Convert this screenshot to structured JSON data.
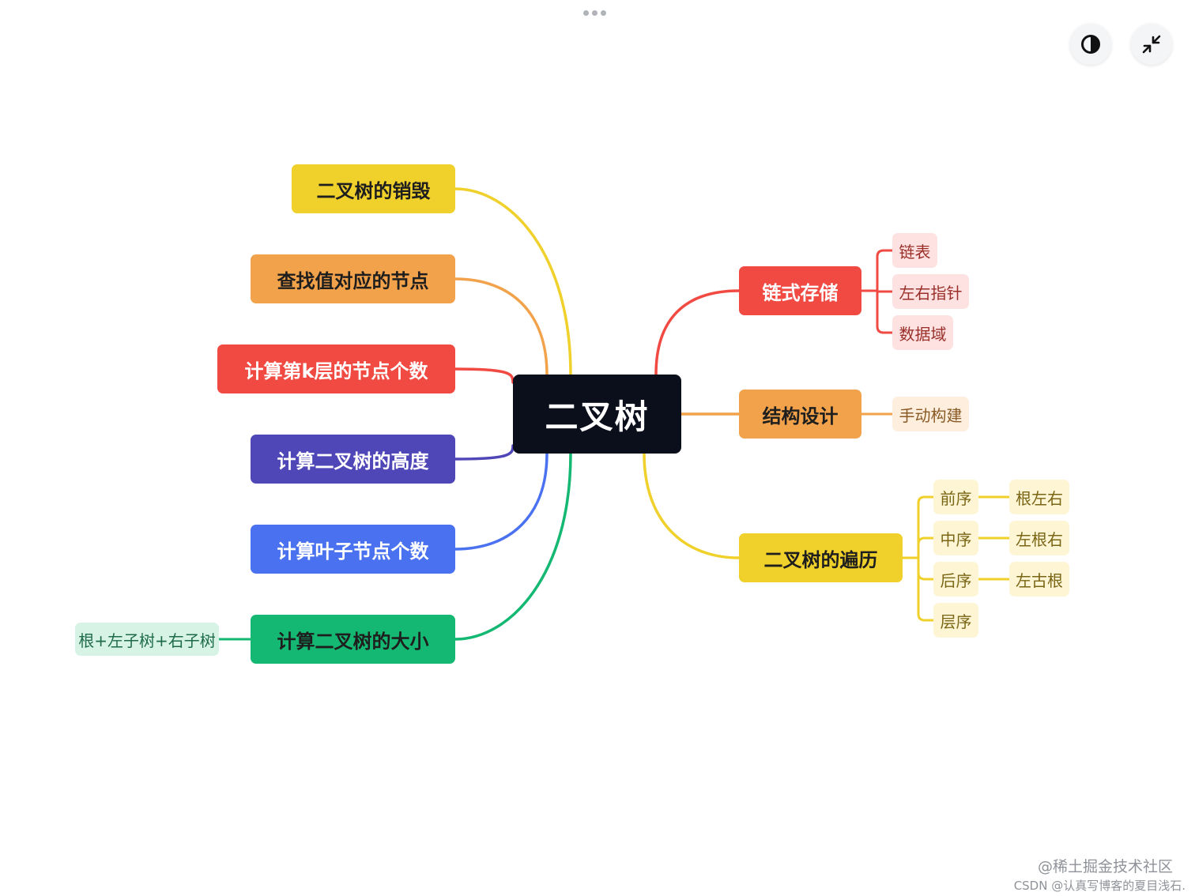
{
  "toolbar": {
    "theme_icon": "half-circle-contrast-icon",
    "collapse_icon": "minimize-arrows-icon",
    "handle_icon": "more-dots-icon"
  },
  "mindmap": {
    "root": {
      "label": "二叉树",
      "color": "#0b0f1c"
    },
    "left": [
      {
        "id": "destroy",
        "label": "二叉树的销毁",
        "color": "#f0d02a",
        "text": "#1e1e1e"
      },
      {
        "id": "find",
        "label": "查找值对应的节点",
        "color": "#f2a24a",
        "text": "#1e1e1e"
      },
      {
        "id": "klevel",
        "label": "计算第k层的节点个数",
        "color": "#f04a42",
        "text": "#ffffff"
      },
      {
        "id": "height",
        "label": "计算二叉树的高度",
        "color": "#4f46b8",
        "text": "#ffffff"
      },
      {
        "id": "leaf",
        "label": "计算叶子节点个数",
        "color": "#4a72f0",
        "text": "#ffffff"
      },
      {
        "id": "size",
        "label": "计算二叉树的大小",
        "color": "#14b872",
        "text": "#1e1e1e",
        "children": [
          {
            "label": "根+左子树+右子树",
            "bg": "#d6f3e6",
            "text": "#1f6b48"
          }
        ]
      }
    ],
    "right": [
      {
        "id": "linked",
        "label": "链式存储",
        "color": "#f04a42",
        "text": "#ffffff",
        "children": [
          {
            "label": "链表",
            "bg": "#fde2e1",
            "text": "#9a2f2a"
          },
          {
            "label": "左右指针",
            "bg": "#fde2e1",
            "text": "#9a2f2a"
          },
          {
            "label": "数据域",
            "bg": "#fde2e1",
            "text": "#9a2f2a"
          }
        ]
      },
      {
        "id": "design",
        "label": "结构设计",
        "color": "#f2a24a",
        "text": "#1e1e1e",
        "children": [
          {
            "label": "手动构建",
            "bg": "#fdeede",
            "text": "#8a5a25"
          }
        ]
      },
      {
        "id": "traverse",
        "label": "二叉树的遍历",
        "color": "#f0d02a",
        "text": "#1e1e1e",
        "children": [
          {
            "label": "前序",
            "bg": "#fdf5d4",
            "text": "#7a6514",
            "children": [
              {
                "label": "根左右"
              }
            ]
          },
          {
            "label": "中序",
            "bg": "#fdf5d4",
            "text": "#7a6514",
            "children": [
              {
                "label": "左根右"
              }
            ]
          },
          {
            "label": "后序",
            "bg": "#fdf5d4",
            "text": "#7a6514",
            "children": [
              {
                "label": "左古根"
              }
            ]
          },
          {
            "label": "层序",
            "bg": "#fdf5d4",
            "text": "#7a6514"
          }
        ]
      }
    ]
  },
  "watermark": {
    "line1": "@稀土掘金技术社区",
    "line2": "CSDN @认真写博客的夏目浅石."
  }
}
